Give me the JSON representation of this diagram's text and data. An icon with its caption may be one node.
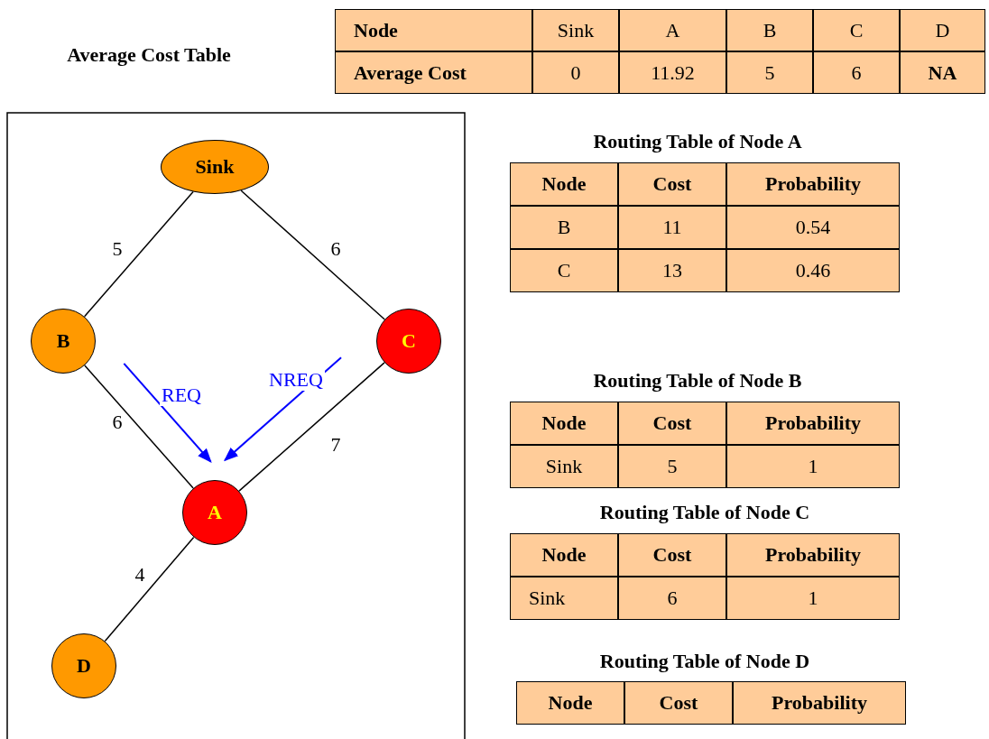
{
  "diagram": {
    "nodes": [
      {
        "text": [
          "Sink"
        ]
      },
      {
        "text": [
          "B"
        ]
      },
      {
        "text": [
          "C"
        ]
      },
      {
        "text": [
          "A"
        ]
      },
      {
        "text": [
          "D"
        ]
      }
    ],
    "edges": [
      {
        "from": 0,
        "to": 1,
        "arrow": "none",
        "label": "5"
      },
      {
        "from": 0,
        "to": 2,
        "arrow": "none",
        "label": "6"
      },
      {
        "from": 1,
        "to": 3,
        "arrow": "none",
        "label": "6"
      },
      {
        "from": 2,
        "to": 3,
        "arrow": "none",
        "label": "7"
      },
      {
        "from": 3,
        "to": 4,
        "arrow": "none",
        "label": "4"
      },
      {
        "from": 1,
        "to": 3,
        "arrow": "to",
        "label": "REQ",
        "color": "#0000ff"
      },
      {
        "from": 2,
        "to": 3,
        "arrow": "to",
        "label": "NREQ",
        "color": "#0000ff"
      }
    ],
    "labels": [
      "Average Cost Table",
      "Node",
      "Sink",
      "A",
      "B",
      "C",
      "D",
      "Average Cost",
      "0",
      "11.92",
      "5",
      "6",
      "NA",
      "Routing Table of Node A",
      "Node",
      "Cost",
      "Probability",
      "B",
      "11",
      "0.54",
      "C",
      "13",
      "0.46",
      "Routing Table of Node B",
      "Node",
      "Cost",
      "Probability",
      "Sink",
      "5",
      "1",
      "Routing Table of Node C",
      "Node",
      "Cost",
      "Probability",
      "Sink",
      "6",
      "1",
      "Routing Table of Node D",
      "Node",
      "Cost",
      "Probability"
    ]
  }
}
